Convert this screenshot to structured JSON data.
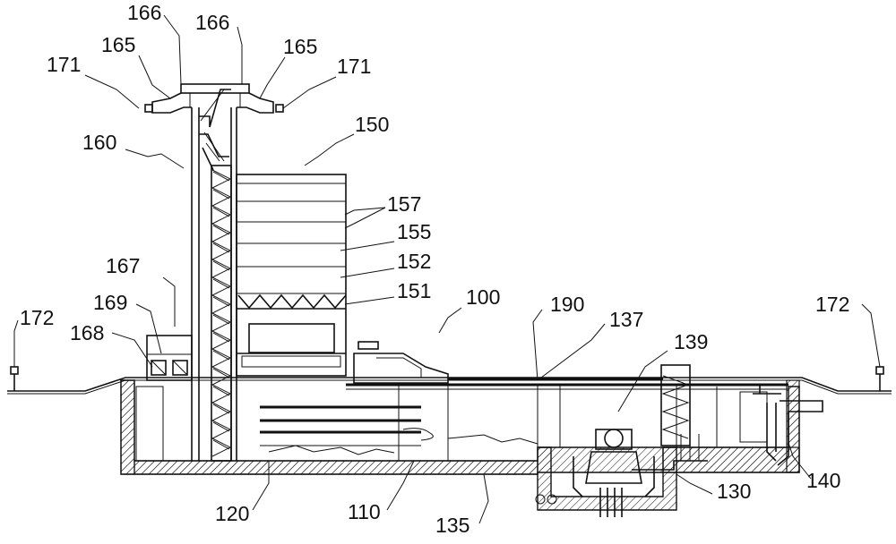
{
  "figure": {
    "reference_labels": [
      "166",
      "166",
      "165",
      "165",
      "171",
      "171",
      "160",
      "150",
      "157",
      "155",
      "152",
      "151",
      "167",
      "169",
      "168",
      "172",
      "172",
      "100",
      "190",
      "137",
      "139",
      "120",
      "110",
      "135",
      "130",
      "140"
    ]
  }
}
